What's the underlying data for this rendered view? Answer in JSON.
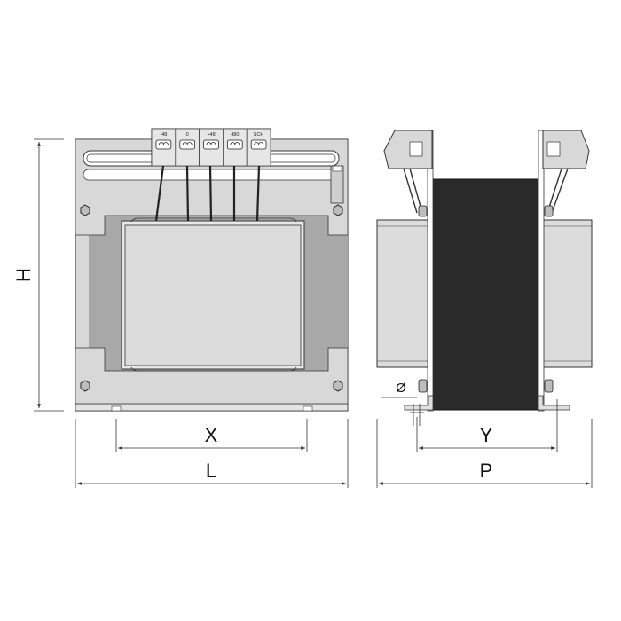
{
  "dimensions": {
    "height_label": "H",
    "width_label": "L",
    "mount_width_label": "X",
    "depth_label": "P",
    "mount_depth_label": "Y",
    "hole_label": "Ø"
  },
  "terminals": [
    "-48",
    "0",
    "+48",
    "480",
    "SCH"
  ],
  "colors": {
    "frame": "#d8d8d8",
    "lamination": "#a8a8a8",
    "coil": "#dcdcdc",
    "core": "#2a2a2a",
    "line": "#333333"
  }
}
